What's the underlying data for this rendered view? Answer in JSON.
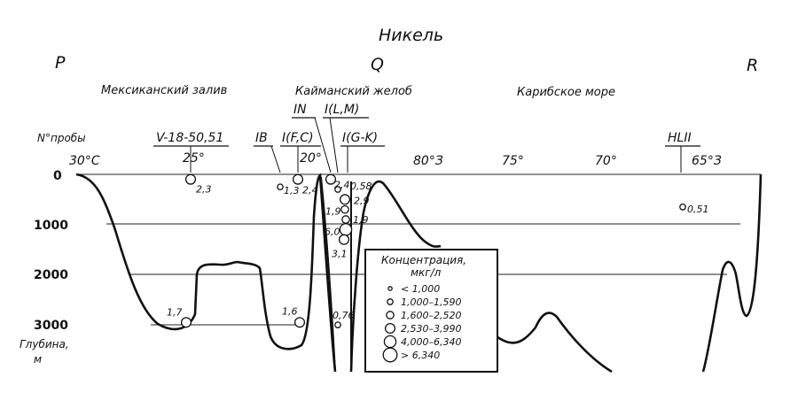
{
  "title": "Никель",
  "corners": {
    "left": "P",
    "mid": "Q",
    "right": "R"
  },
  "regions": {
    "gulf": "Мексиканский залив",
    "trench": "Кайманский желоб",
    "sea": "Карибское море"
  },
  "station_header": "N°пробы",
  "stations": {
    "v18": "V-18-50,51",
    "ib": "IB",
    "ifc": "I(F,C)",
    "in": "IN",
    "ilm": "I(L,M)",
    "igk": "I(G-K)",
    "hl": "HLII"
  },
  "longitude_labels": {
    "l30": "30°C",
    "l25": "25°",
    "l20": "20°",
    "l80": "80°З",
    "l75": "75°",
    "l70": "70°",
    "l65": "65°З"
  },
  "depth_ticks": [
    "0",
    "1000",
    "2000",
    "3000"
  ],
  "depth_axis": {
    "label_line1": "Глубина,",
    "label_line2": "м"
  },
  "samples": [
    {
      "id": "v18-surface",
      "value": "2,3",
      "depth": 100,
      "class": 3
    },
    {
      "id": "v18-deep",
      "value": "1,7",
      "depth": 2950,
      "class": 3
    },
    {
      "id": "ib",
      "value": "1,3",
      "depth": 250,
      "class": 1
    },
    {
      "id": "ifc-surface",
      "value": "2,4",
      "depth": 100,
      "class": 3
    },
    {
      "id": "ifc-deep",
      "value": "1,6",
      "depth": 2950,
      "class": 3
    },
    {
      "id": "in-surface",
      "value": "2,4",
      "depth": 100,
      "class": 3
    },
    {
      "id": "trench-deep",
      "value": "0,76",
      "depth": 3000,
      "class": 1
    },
    {
      "id": "ilm-058",
      "value": "0,58",
      "depth": 300,
      "class": 1
    },
    {
      "id": "igk-29",
      "value": "2,9",
      "depth": 500,
      "class": 3
    },
    {
      "id": "ilm-19a",
      "value": "1,9",
      "depth": 700,
      "class": 2
    },
    {
      "id": "igk-19b",
      "value": "1,9",
      "depth": 900,
      "class": 2
    },
    {
      "id": "igk-60",
      "value": "6,0",
      "depth": 1100,
      "class": 4
    },
    {
      "id": "igk-deep",
      "value": "3,1",
      "depth": 1300,
      "class": 3
    },
    {
      "id": "hl",
      "value": "0,51",
      "depth": 650,
      "class": 1
    }
  ],
  "legend": {
    "title_line1": "Концентрация,",
    "title_line2": "мкг/л",
    "items": [
      "< 1,000",
      "1,000–1,590",
      "1,600–2,520",
      "2,530–3,990",
      "4,000–6,340",
      "> 6,340"
    ]
  }
}
